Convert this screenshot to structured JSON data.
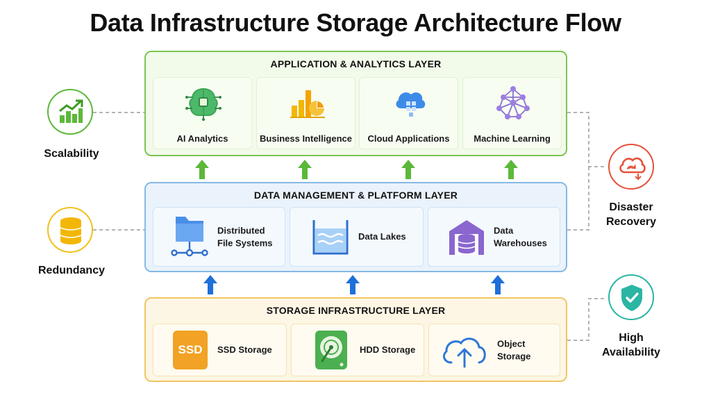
{
  "title": "Data Infrastructure Storage Architecture Flow",
  "layers": {
    "application": {
      "title": "APPLICATION & ANALYTICS LAYER",
      "cards": [
        {
          "label": "AI Analytics",
          "icon": "brain-circuit-icon"
        },
        {
          "label": "Business Intelligence",
          "icon": "bar-pie-chart-icon"
        },
        {
          "label": "Cloud Applications",
          "icon": "cloud-apps-icon"
        },
        {
          "label": "Machine Learning",
          "icon": "neural-network-icon"
        }
      ]
    },
    "data": {
      "title": "DATA MANAGEMENT & PLATFORM LAYER",
      "cards": [
        {
          "label_line1": "Distributed",
          "label_line2": "File Systems",
          "icon": "folder-network-icon"
        },
        {
          "label": "Data Lakes",
          "icon": "water-tank-icon"
        },
        {
          "label": "Data Warehouses",
          "icon": "warehouse-database-icon"
        }
      ]
    },
    "storage": {
      "title": "STORAGE INFRASTRUCTURE LAYER",
      "cards": [
        {
          "label": "SSD Storage",
          "icon": "ssd-icon",
          "icon_text": "SSD"
        },
        {
          "label": "HDD Storage",
          "icon": "hdd-icon"
        },
        {
          "label": "Object Storage",
          "icon": "cloud-upload-icon"
        }
      ]
    }
  },
  "side": {
    "scalability": {
      "label": "Scalability",
      "icon": "growth-chart-icon"
    },
    "redundancy": {
      "label": "Redundancy",
      "icon": "database-stack-icon"
    },
    "disaster_recovery": {
      "label_line1": "Disaster",
      "label_line2": "Recovery",
      "icon": "cloud-recovery-icon"
    },
    "high_availability": {
      "label_line1": "High",
      "label_line2": "Availability",
      "icon": "shield-check-icon"
    }
  },
  "colors": {
    "app_border": "#7cc454",
    "app_fill": "#f2fbea",
    "data_border": "#86b8e4",
    "data_fill": "#eaf3fc",
    "storage_border": "#f1c564",
    "storage_fill": "#fdf6e4",
    "green_arrow": "#5cb83a",
    "blue_arrow": "#1e6fd9"
  }
}
